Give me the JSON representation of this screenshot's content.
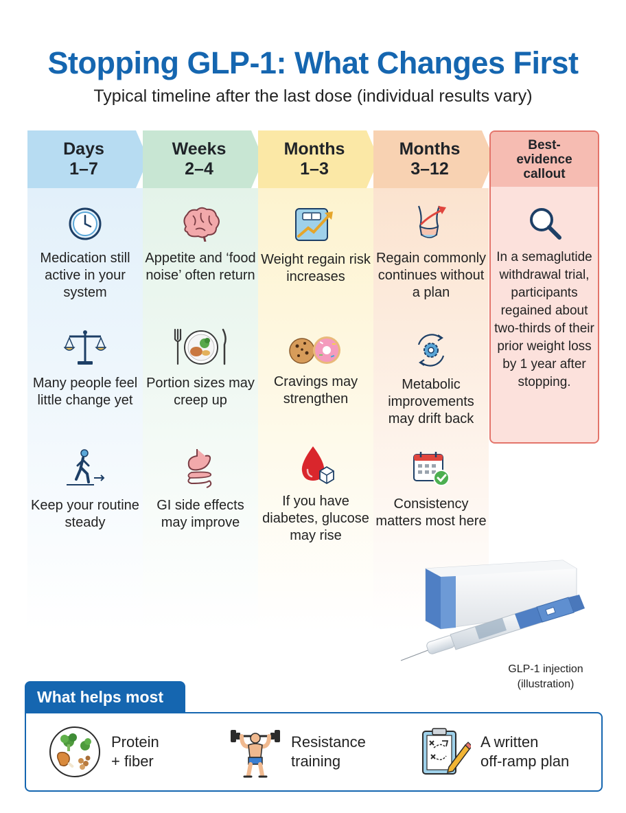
{
  "title": "Stopping GLP-1: What Changes First",
  "subtitle": "Typical timeline after the last dose (individual results vary)",
  "columns": [
    {
      "line1": "Days",
      "line2": "1–7",
      "items": [
        {
          "icon": "clock-icon",
          "text": "Medication still active in your system"
        },
        {
          "icon": "balance-scale-icon",
          "text": "Many people feel little change yet"
        },
        {
          "icon": "walking-person-icon",
          "text": "Keep your routine steady"
        }
      ]
    },
    {
      "line1": "Weeks",
      "line2": "2–4",
      "items": [
        {
          "icon": "brain-icon",
          "text": "Appetite and ‘food noise’ often return"
        },
        {
          "icon": "plate-icon",
          "text": "Portion sizes may creep up"
        },
        {
          "icon": "stomach-icon",
          "text": "GI side effects may improve"
        }
      ]
    },
    {
      "line1": "Months",
      "line2": "1–3",
      "items": [
        {
          "icon": "scale-trend-up-icon",
          "text": "Weight regain risk increases"
        },
        {
          "icon": "cookie-donut-icon",
          "text": "Cravings may strengthen"
        },
        {
          "icon": "blood-drop-sugar-icon",
          "text": "If you have diabetes, glucose may rise"
        }
      ]
    },
    {
      "line1": "Months",
      "line2": "3–12",
      "items": [
        {
          "icon": "waist-arrow-up-icon",
          "text": "Regain commonly continues without a plan"
        },
        {
          "icon": "metabolism-gear-icon",
          "text": "Metabolic improvements may drift back"
        },
        {
          "icon": "calendar-check-icon",
          "text": "Consistency matters most here"
        }
      ]
    }
  ],
  "callout": {
    "line1": "Best-",
    "line2": "evidence",
    "line3": "callout",
    "icon": "magnifier-icon",
    "text": "In a semaglutide withdrawal trial, participants regained about two-thirds of their prior weight loss by 1 year after stopping."
  },
  "illustration": {
    "caption_line1": "GLP-1 injection",
    "caption_line2": "(illustration)"
  },
  "helps": {
    "title": "What helps most",
    "items": [
      {
        "icon": "protein-fiber-icon",
        "line1": "Protein",
        "line2": "+ fiber"
      },
      {
        "icon": "weightlifter-icon",
        "line1": "Resistance",
        "line2": "training"
      },
      {
        "icon": "clipboard-plan-icon",
        "line1": "A written",
        "line2": "off-ramp plan"
      }
    ]
  },
  "colors": {
    "title_blue": "#1566b0",
    "col1": "#b7dcf2",
    "col2": "#c8e6d3",
    "col3": "#fbe8a6",
    "col4": "#f8d2b2",
    "callout_border": "#e3746a",
    "callout_fill": "#fce1dc"
  }
}
